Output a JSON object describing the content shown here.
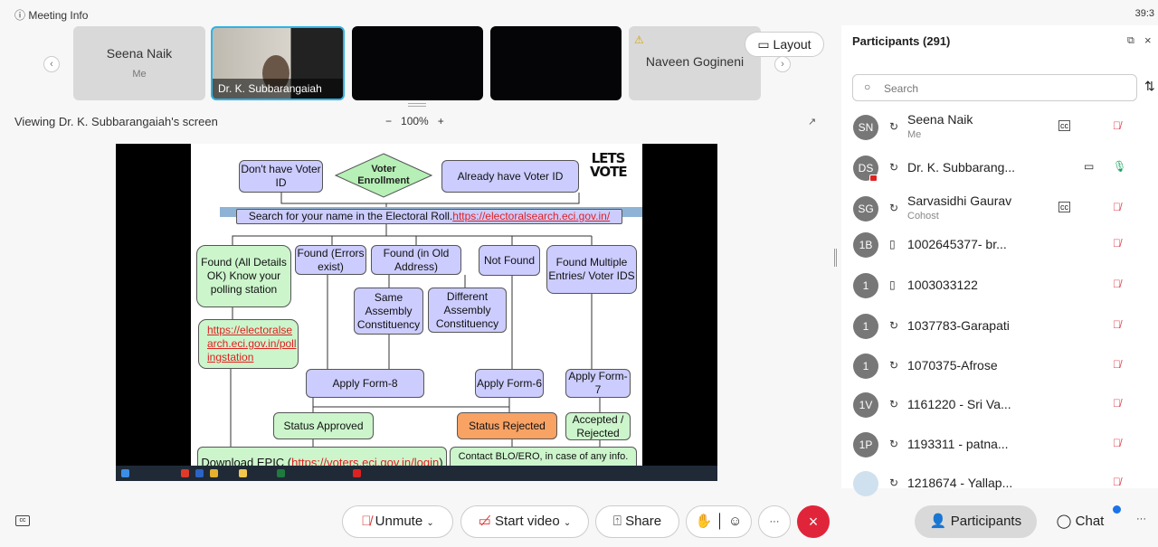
{
  "header": {
    "meeting_info": "Meeting Info",
    "timer": "39:3"
  },
  "tiles": [
    {
      "name": "Seena Naik",
      "sub": "Me"
    },
    {
      "name": "Dr. K. Subbarangaiah"
    },
    {
      "name": "Naveen Gogineni"
    }
  ],
  "layout_label": "Layout",
  "viewing": "Viewing Dr. K. Subbarangaiah's screen",
  "zoom": {
    "minus": "−",
    "value": "100%",
    "plus": "+"
  },
  "slide": {
    "dont_have": "Don't have Voter ID",
    "enroll": "Voter Enrollment",
    "already": "Already have Voter ID",
    "logo": "LETS VOTE",
    "search_text": "Search for your name in the Electoral Roll. ",
    "search_link": "https://electoralsearch.eci.gov.in/",
    "found_ok": "Found (All Details OK) Know your polling station",
    "found_err": "Found (Errors exist)",
    "found_old": "Found (in Old Address)",
    "not_found": "Not Found",
    "found_multi": "Found Multiple Entries/ Voter IDS",
    "same_ac": "Same Assembly Constituency",
    "diff_ac": "Different Assembly Constituency",
    "polling_link": "https://electoralsearch.eci.gov.in/pollingstation",
    "form8": "Apply Form-8",
    "form6": "Apply Form-6",
    "form7": "Apply Form-7",
    "approved": "Status Approved",
    "rejected": "Status Rejected",
    "acc_rej": "Accepted / Rejected",
    "download": "Download EPIC (",
    "download_link": "https://voters.eci.gov.in/login",
    "download_end": ")",
    "contact": "Contact BLO/ERO, in case of any info."
  },
  "participants": {
    "title": "Participants (291)",
    "search_placeholder": "Search",
    "list": [
      {
        "initials": "SN",
        "name": "Seena Naik",
        "sub": "Me"
      },
      {
        "initials": "DS",
        "name": "Dr. K. Subbarang..."
      },
      {
        "initials": "SG",
        "name": "Sarvasidhi Gaurav",
        "sub": "Cohost"
      },
      {
        "initials": "1B",
        "name": "1002645377- br..."
      },
      {
        "initials": "1",
        "name": "1003033122"
      },
      {
        "initials": "1",
        "name": "1037783-Garapati"
      },
      {
        "initials": "1",
        "name": "1070375-Afrose"
      },
      {
        "initials": "1V",
        "name": "1161220 - Sri Va..."
      },
      {
        "initials": "1P",
        "name": "1193311 - patna..."
      },
      {
        "initials": "",
        "name": "1218674 - Yallap..."
      }
    ]
  },
  "controls": {
    "unmute": "Unmute",
    "video": "Start video",
    "share": "Share",
    "more": "···",
    "participants": "Participants",
    "chat": "Chat",
    "overflow": "···"
  }
}
